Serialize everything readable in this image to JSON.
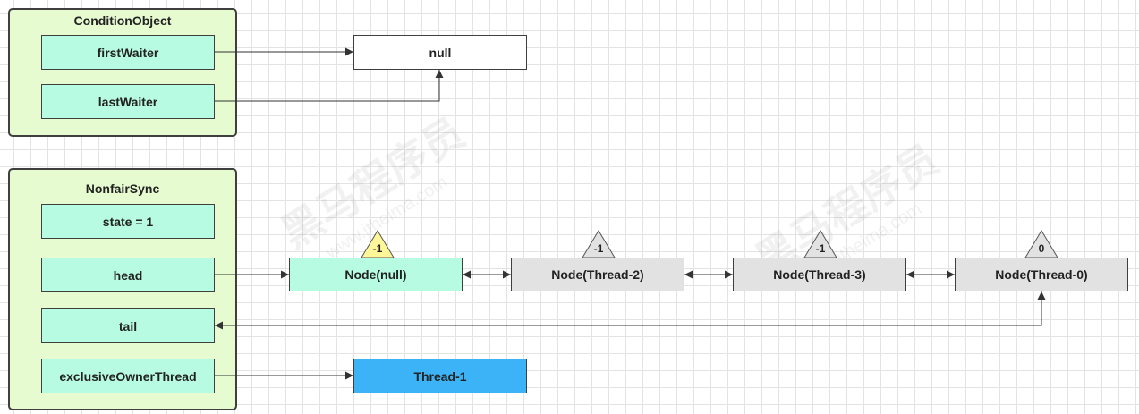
{
  "condition_object": {
    "title": "ConditionObject",
    "fields": [
      "firstWaiter",
      "lastWaiter"
    ]
  },
  "null_box": "null",
  "nonfair_sync": {
    "title": "NonfairSync",
    "fields": [
      "state = 1",
      "head",
      "tail",
      "exclusiveOwnerThread"
    ]
  },
  "nodes": [
    {
      "label": "Node(null)",
      "wait_status": "-1"
    },
    {
      "label": "Node(Thread-2)",
      "wait_status": "-1"
    },
    {
      "label": "Node(Thread-3)",
      "wait_status": "-1"
    },
    {
      "label": "Node(Thread-0)",
      "wait_status": "0"
    }
  ],
  "owner_thread": "Thread-1",
  "watermark": {
    "brand": "黑马程序员",
    "site": "www.itheima.com"
  },
  "colors": {
    "group_bg": "#e6fbd0",
    "field_bg": "#b6fbe2",
    "node_head_bg": "#b6fbe2",
    "node_bg": "#e2e2e2",
    "owner_bg": "#3db3f7",
    "status_active": "#fff699",
    "status_default": "#e2e2e2"
  }
}
